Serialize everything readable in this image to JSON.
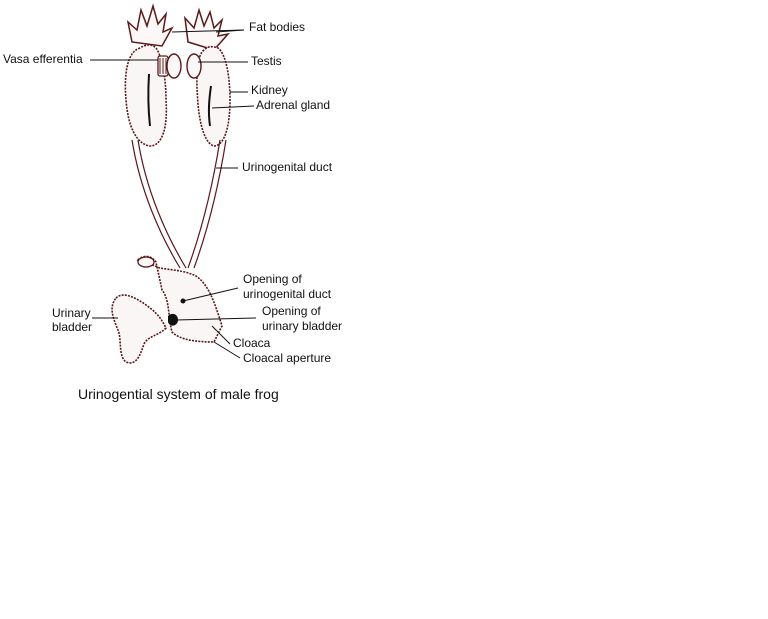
{
  "labels": {
    "fat_bodies": "Fat bodies",
    "vasa_efferentia": "Vasa efferentia",
    "testis": "Testis",
    "kidney": "Kidney",
    "adrenal_gland": "Adrenal gland",
    "urinogenital_duct": "Urinogenital duct",
    "opening_ug_duct_line1": "Opening of",
    "opening_ug_duct_line2": "urinogenital duct",
    "urinary_bladder_line1": "Urinary",
    "urinary_bladder_line2": "bladder",
    "opening_bladder_line1": "Opening of",
    "opening_bladder_line2": "urinary bladder",
    "cloaca": "Cloaca",
    "cloacal_aperture": "Cloacal aperture"
  },
  "caption": "Urinogential system of male frog",
  "colors": {
    "outline": "#5a1a1a",
    "stipple": "#8b3a3a",
    "text": "#111111",
    "background": "#ffffff"
  }
}
